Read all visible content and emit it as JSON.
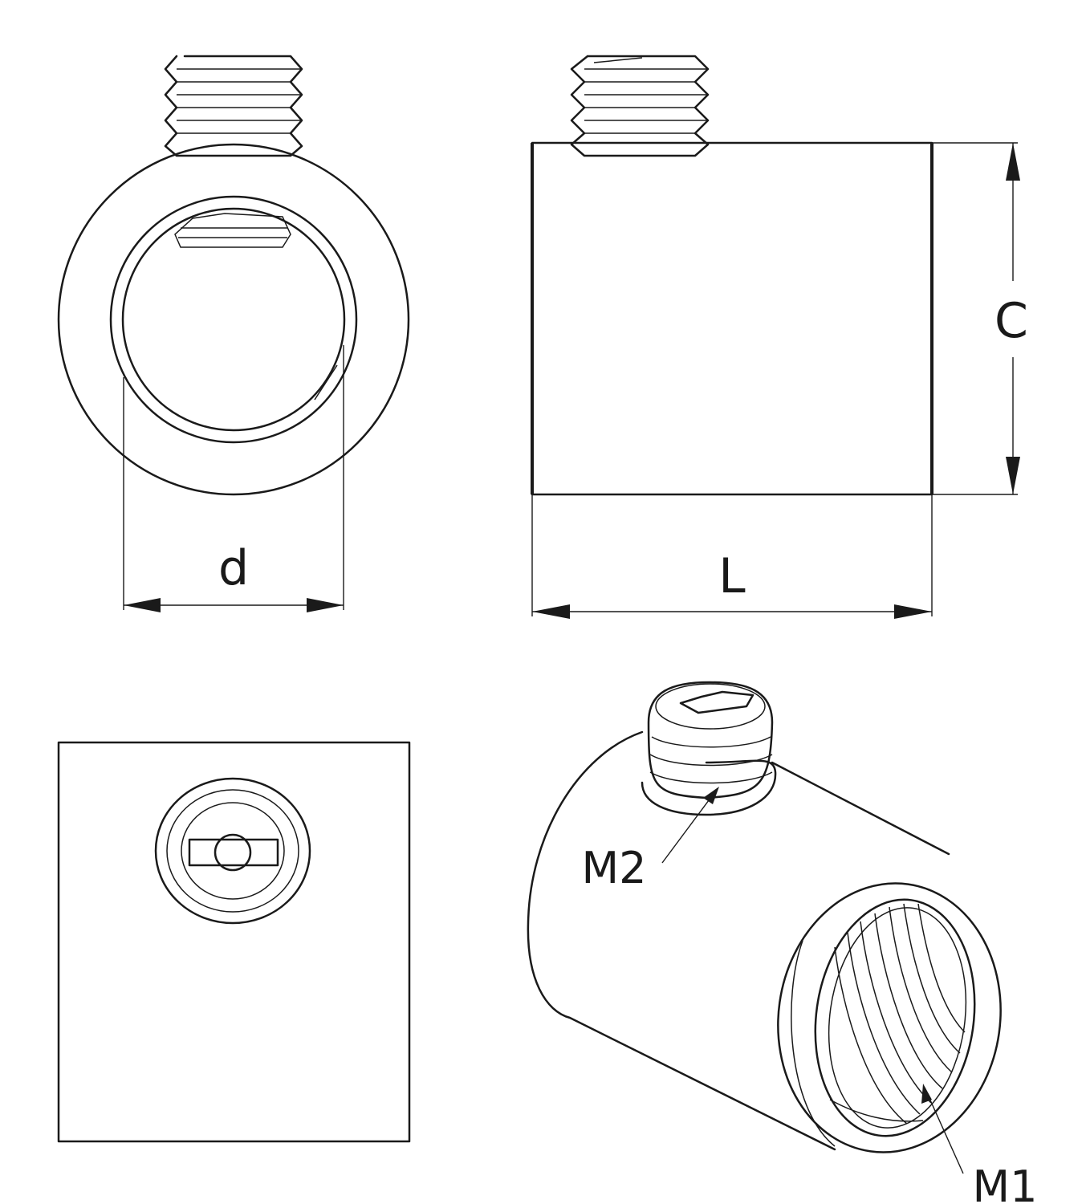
{
  "labels": {
    "diameter": "d",
    "length": "L",
    "height": "C",
    "thread_main": "M1",
    "thread_screw": "M2"
  }
}
